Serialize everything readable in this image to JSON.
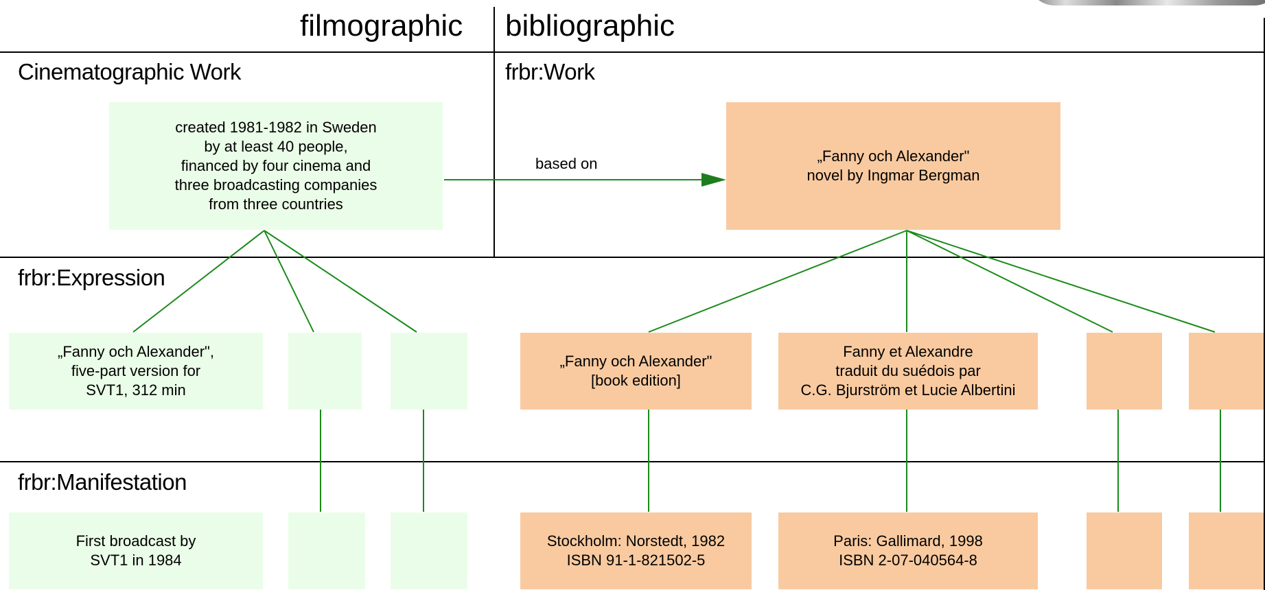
{
  "columns": {
    "left": "filmographic",
    "right": "bibliographic"
  },
  "rows": {
    "work_left": "Cinematographic Work",
    "work_right": "frbr:Work",
    "expression": "frbr:Expression",
    "manifestation": "frbr:Manifestation"
  },
  "work": {
    "film": "created 1981-1982 in Sweden\nby at least 40 people,\nfinanced by four cinema and\nthree broadcasting companies\nfrom three countries",
    "novel": "„Fanny och Alexander\"\nnovel by Ingmar Bergman",
    "relation": "based on"
  },
  "expressions": {
    "film_1": "„Fanny och Alexander\",\nfive-part version for\nSVT1, 312 min",
    "film_2": "",
    "film_3": "",
    "book_1": "„Fanny och Alexander\"\n[book edition]",
    "book_2": "Fanny et Alexandre\ntraduit du suédois par\nC.G. Bjurström et Lucie Albertini",
    "book_3": "",
    "book_4": ""
  },
  "manifestations": {
    "film_1": "First broadcast by\nSVT1 in 1984",
    "film_2": "",
    "film_3": "",
    "book_1": "Stockholm: Norstedt, 1982\nISBN 91-1-821502-5",
    "book_2": "Paris: Gallimard, 1998\nISBN 2-07-040564-8",
    "book_3": "",
    "book_4": ""
  },
  "colors": {
    "film_fill": "#eafde8",
    "book_fill": "#f9caa0",
    "connector": "#1a8a1a",
    "arrow_head": "#1e7d1e",
    "rule": "#000000"
  }
}
